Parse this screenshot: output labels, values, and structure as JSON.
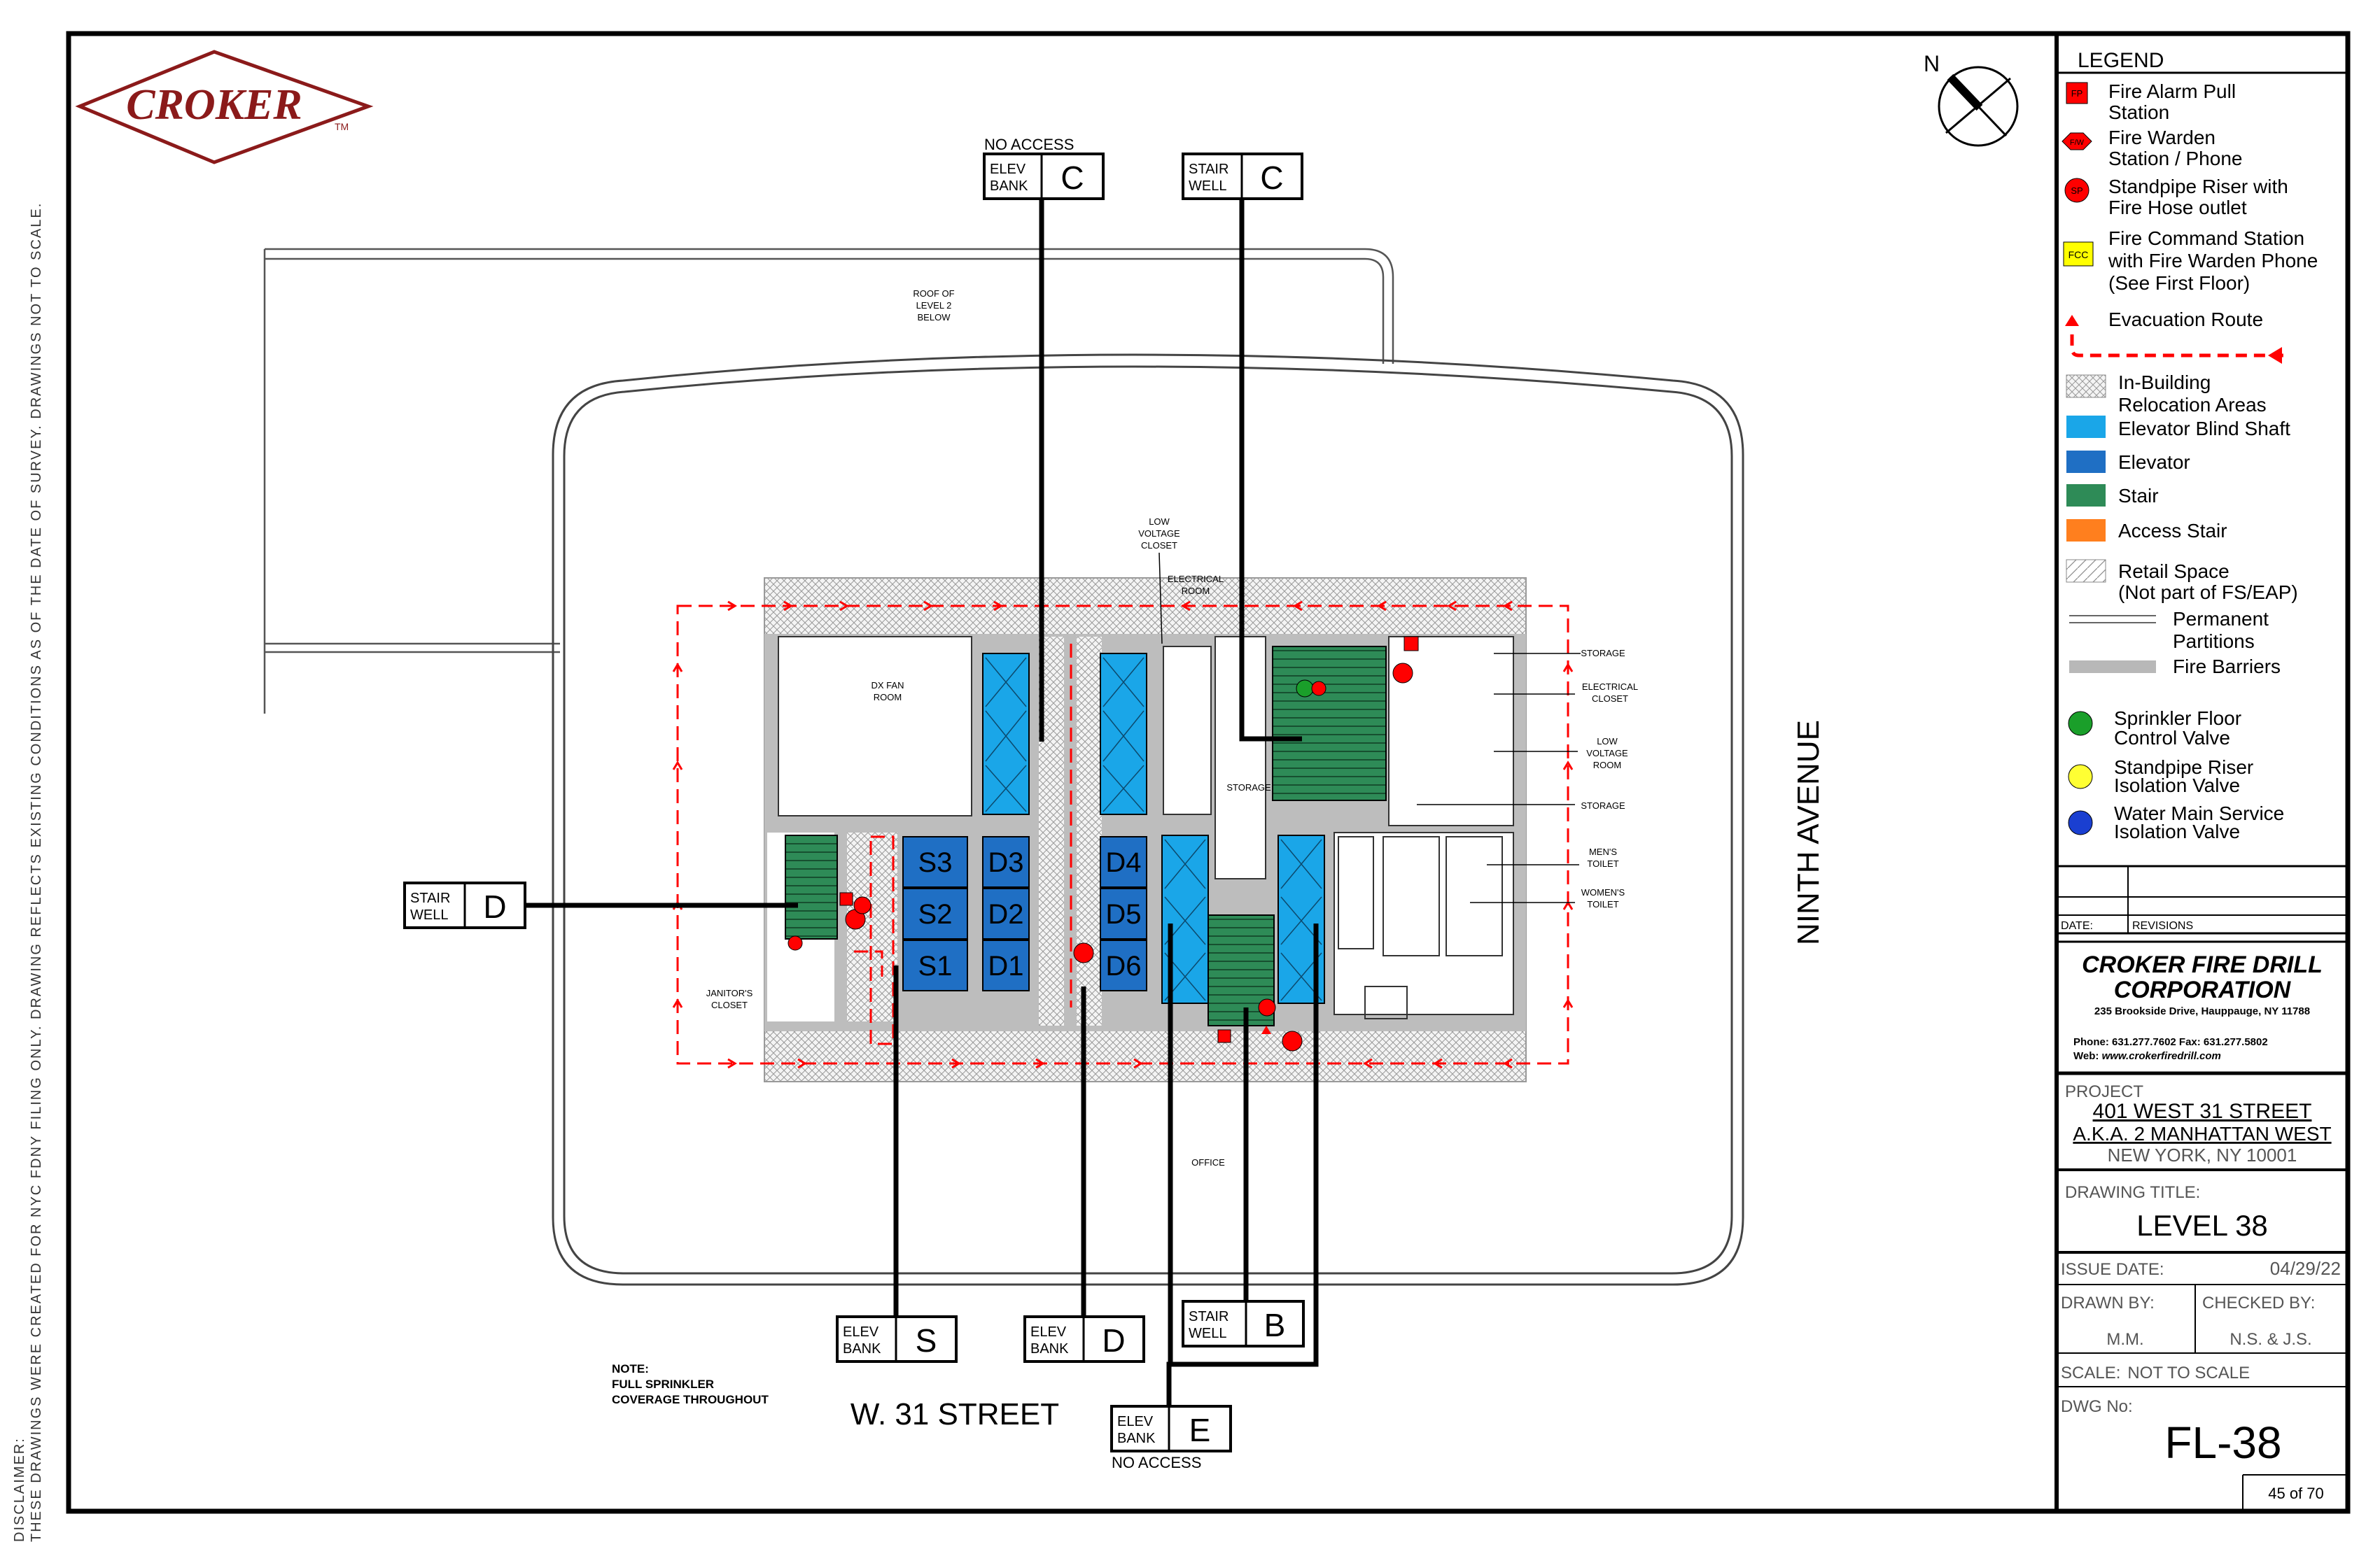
{
  "disclaimer": {
    "label": "DISCLAIMER:",
    "text": "THESE DRAWINGS WERE CREATED FOR NYC FDNY FILING ONLY. DRAWING REFLECTS EXISTING CONDITIONS AS OF THE DATE OF SURVEY. DRAWINGS NOT TO SCALE."
  },
  "logo": {
    "text": "CROKER",
    "tm": "TM"
  },
  "compass": {
    "label": "N"
  },
  "callouts": {
    "elev_c": {
      "line1": "ELEV",
      "line2": "BANK",
      "letter": "C",
      "note": "NO ACCESS"
    },
    "stair_c": {
      "line1": "STAIR",
      "line2": "WELL",
      "letter": "C"
    },
    "stair_d": {
      "line1": "STAIR",
      "line2": "WELL",
      "letter": "D"
    },
    "elev_s": {
      "line1": "ELEV",
      "line2": "BANK",
      "letter": "S"
    },
    "elev_d": {
      "line1": "ELEV",
      "line2": "BANK",
      "letter": "D"
    },
    "stair_b": {
      "line1": "STAIR",
      "line2": "WELL",
      "letter": "B"
    },
    "elev_e": {
      "line1": "ELEV",
      "line2": "BANK",
      "letter": "E",
      "note": "NO ACCESS"
    }
  },
  "streets": {
    "south": "W. 31 STREET",
    "east": "NINTH AVENUE"
  },
  "note": {
    "line1": "NOTE:",
    "line2": "FULL SPRINKLER",
    "line3": "COVERAGE THROUGHOUT"
  },
  "rooms": {
    "roof_l1": "ROOF OF",
    "roof_l2": "LEVEL 2",
    "roof_l3": "BELOW",
    "dx_l1": "DX FAN",
    "dx_l2": "ROOM",
    "lv_l1": "LOW",
    "lv_l2": "VOLTAGE",
    "lv_l3": "CLOSET",
    "elec_l1": "ELECTRICAL",
    "elec_l2": "ROOM",
    "storage_mid": "STORAGE",
    "storage_r1": "STORAGE",
    "elec_closet_l1": "ELECTRICAL",
    "elec_closet_l2": "CLOSET",
    "lvr_l1": "LOW",
    "lvr_l2": "VOLTAGE",
    "lvr_l3": "ROOM",
    "storage_r2": "STORAGE",
    "mens_l1": "MEN'S",
    "mens_l2": "TOILET",
    "womens_l1": "WOMEN'S",
    "womens_l2": "TOILET",
    "janitor_l1": "JANITOR'S",
    "janitor_l2": "CLOSET",
    "office": "OFFICE"
  },
  "elevators": [
    "S3",
    "S2",
    "S1",
    "D3",
    "D2",
    "D1",
    "D4",
    "D5",
    "D6"
  ],
  "symbols": {
    "fp": "FP",
    "fw": "F/W",
    "sp": "SP",
    "fcc": "FCC"
  },
  "legend": {
    "title": "LEGEND",
    "items": [
      {
        "l1": "Fire Alarm Pull",
        "l2": "Station"
      },
      {
        "l1": "Fire Warden",
        "l2": "Station / Phone"
      },
      {
        "l1": "Standpipe Riser with",
        "l2": "Fire Hose outlet"
      },
      {
        "l1": "Fire Command Station",
        "l2": "with Fire Warden Phone",
        "l3": "(See First Floor)"
      },
      {
        "l1": "Evacuation  Route"
      },
      {
        "l1": "In-Building",
        "l2": "Relocation Areas"
      },
      {
        "l1": "Elevator Blind Shaft"
      },
      {
        "l1": "Elevator"
      },
      {
        "l1": "Stair"
      },
      {
        "l1": "Access Stair"
      },
      {
        "l1": "Retail Space",
        "l2": "(Not part of FS/EAP)"
      },
      {
        "l1": "Permanent",
        "l2": "Partitions"
      },
      {
        "l1": "Fire Barriers"
      },
      {
        "l1": "Sprinkler Floor",
        "l2": "Control Valve"
      },
      {
        "l1": "Standpipe Riser",
        "l2": "Isolation Valve"
      },
      {
        "l1": "Water Main Service",
        "l2": "Isolation Valve"
      }
    ]
  },
  "revisions": {
    "date_label": "DATE:",
    "rev_label": "REVISIONS"
  },
  "company": {
    "name1": "CROKER FIRE DRILL",
    "name2": "CORPORATION",
    "address": "235 Brookside Drive, Hauppauge, NY 11788",
    "phone": "Phone: 631.277.7602  Fax: 631.277.5802",
    "web_label": "Web: ",
    "web": "www.crokerfiredrill.com"
  },
  "project": {
    "label": "PROJECT",
    "line1": "401 WEST 31 STREET",
    "line2": "A.K.A. 2 MANHATTAN WEST",
    "line3": "NEW YORK, NY 10001"
  },
  "drawing": {
    "label": "DRAWING TITLE:",
    "title": "LEVEL 38"
  },
  "issue": {
    "label": "ISSUE DATE:",
    "value": "04/29/22"
  },
  "drawn": {
    "label": "DRAWN BY:",
    "value": "M.M."
  },
  "checked": {
    "label": "CHECKED BY:",
    "value": "N.S. & J.S."
  },
  "scale": {
    "label": "SCALE:",
    "value": "NOT TO SCALE"
  },
  "dwg": {
    "label": "DWG No:",
    "value": "FL-38"
  },
  "sheet": {
    "value": "45 of 70"
  },
  "colors": {
    "elevator": "#1f6fc4",
    "blind_shaft": "#1aa6e8",
    "stair": "#2e8b57",
    "access_stair": "#ff7f1e",
    "evacuation": "#ff0000",
    "fire_barrier": "#b8b8b8",
    "logo": "#8b1a1a"
  }
}
